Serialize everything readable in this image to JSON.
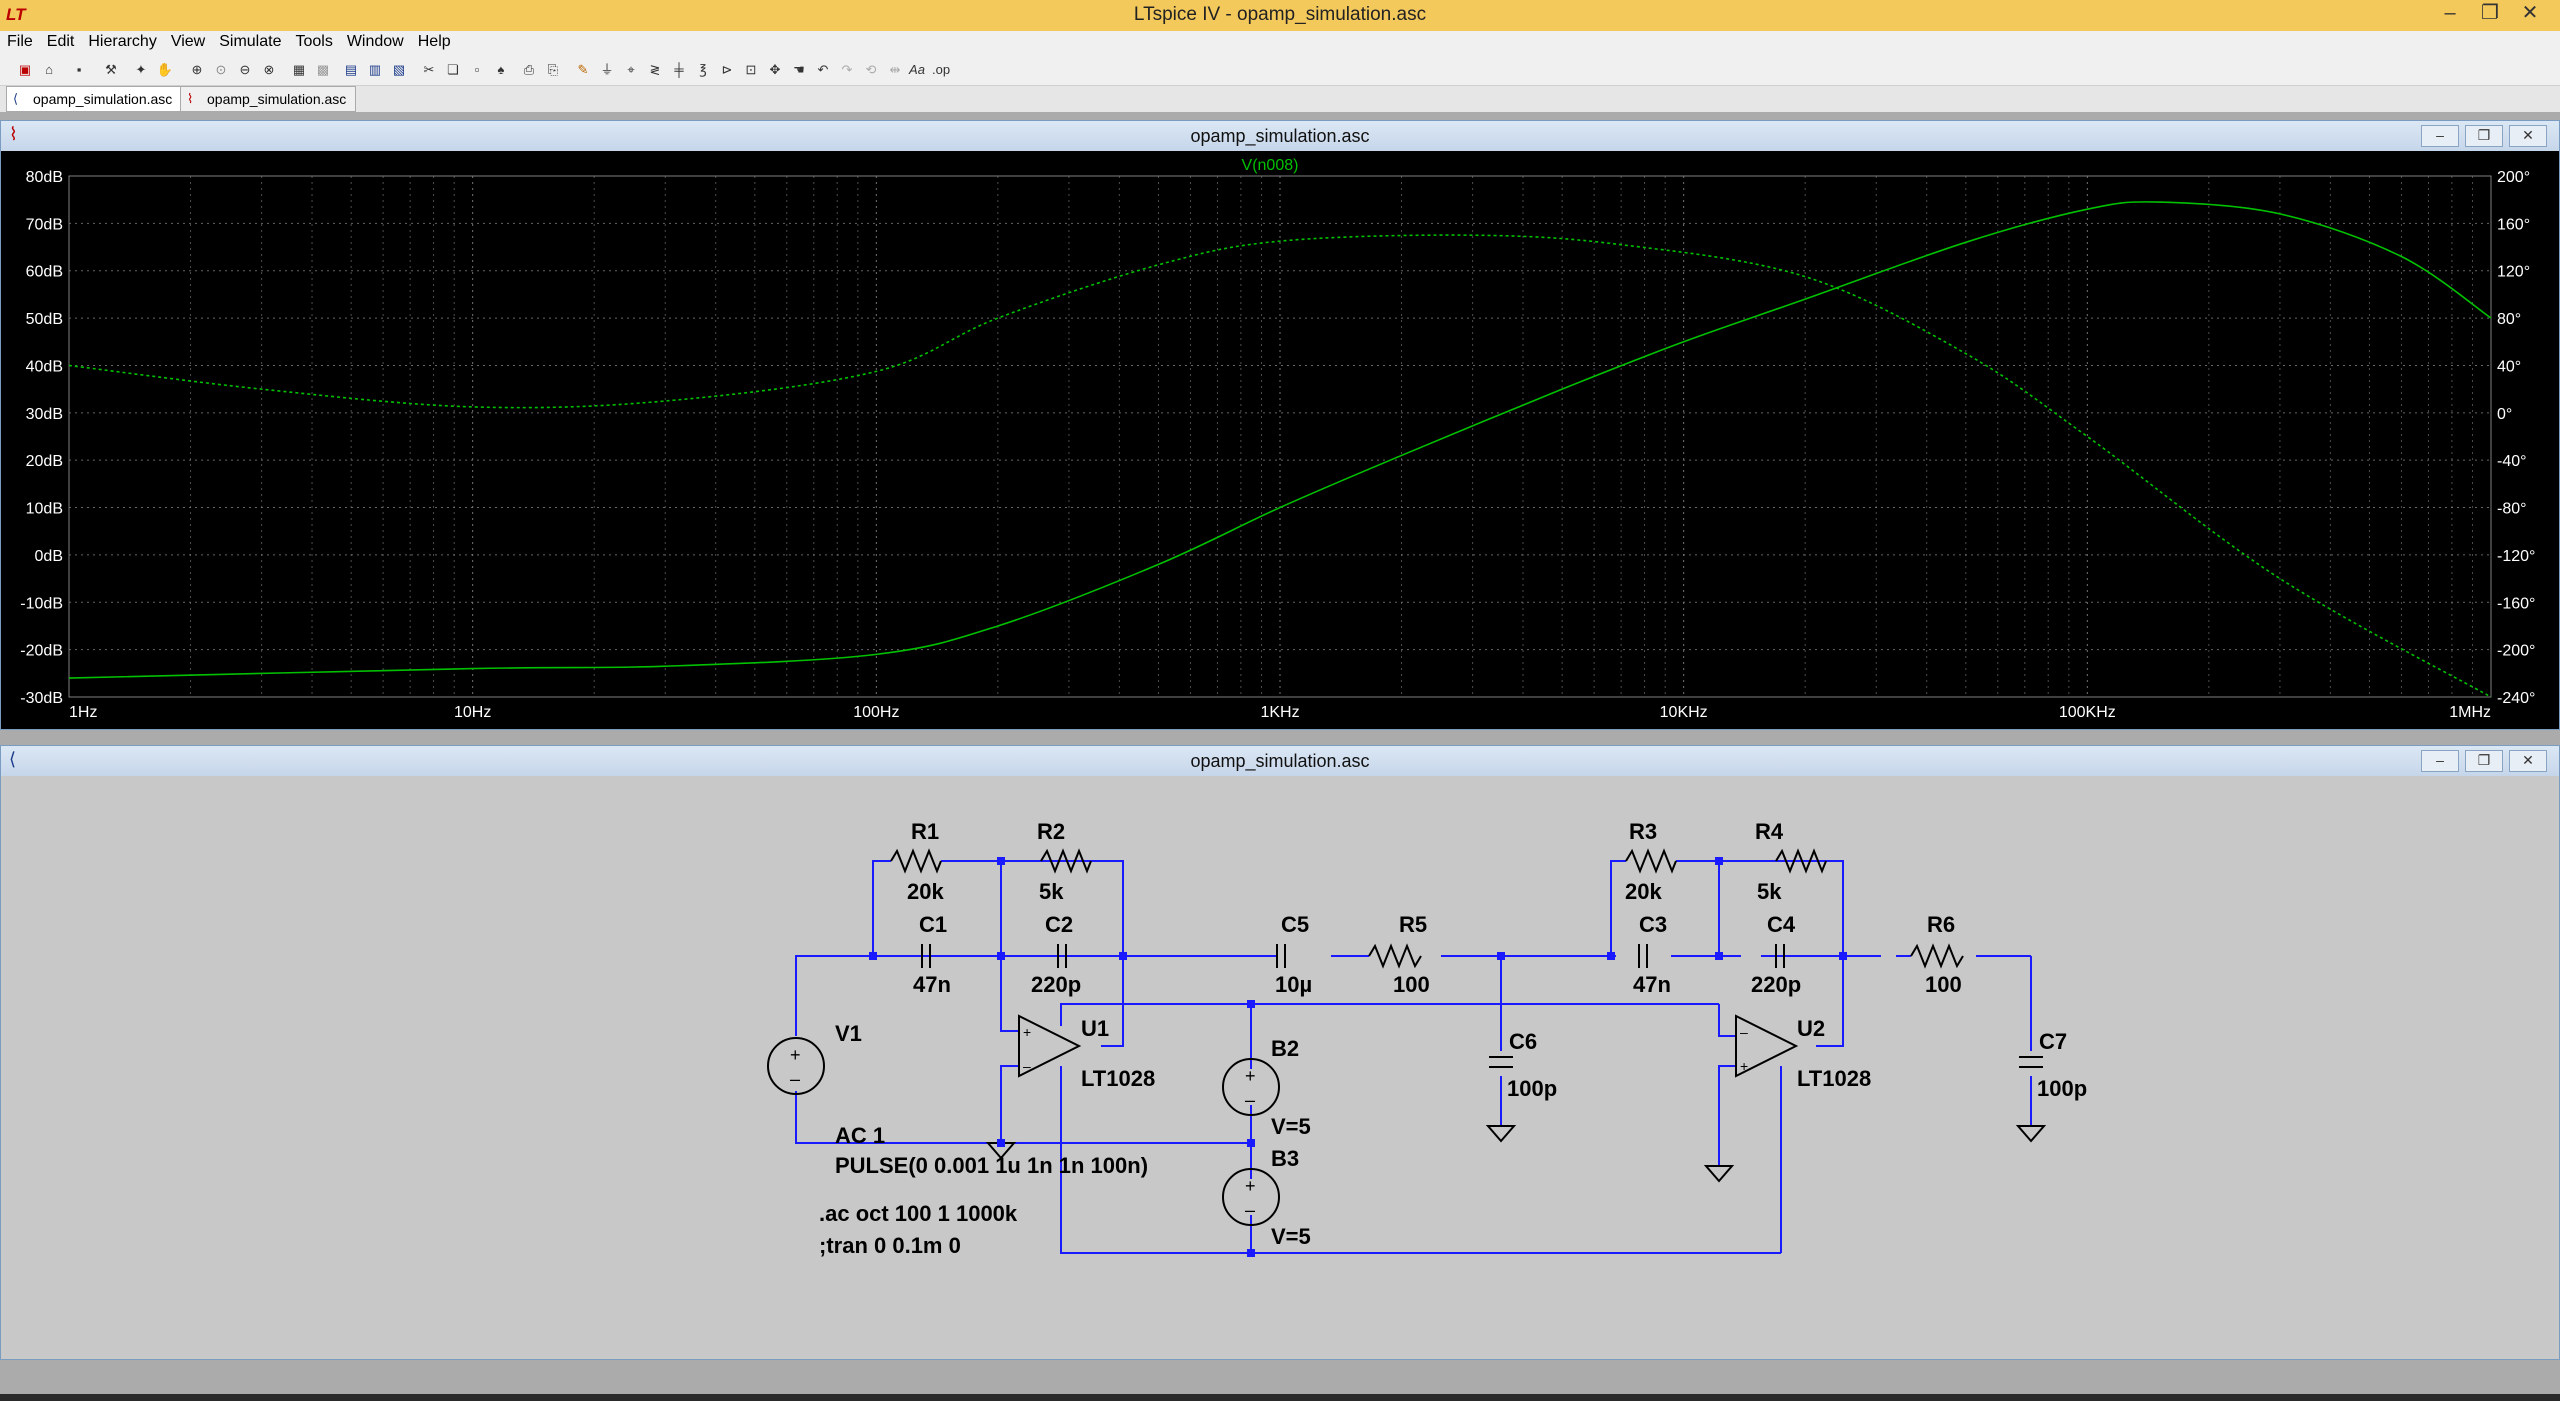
{
  "app": {
    "title": "LTspice IV - opamp_simulation.asc",
    "logo": "LT"
  },
  "window_controls": [
    "minimize-icon",
    "restore-icon",
    "close-icon"
  ],
  "menu": [
    "File",
    "Edit",
    "Hierarchy",
    "View",
    "Simulate",
    "Tools",
    "Window",
    "Help"
  ],
  "tabs": [
    {
      "label": "opamp_simulation.asc",
      "icon": "schematic-icon",
      "active": true
    },
    {
      "label": "opamp_simulation.asc",
      "icon": "waveform-icon",
      "active": false
    }
  ],
  "waveform_pane": {
    "title": "opamp_simulation.asc"
  },
  "schematic_pane": {
    "title": "opamp_simulation.asc"
  },
  "chart_data": {
    "type": "line",
    "trace_label": "V(n008)",
    "x_scale": "log",
    "xlim": [
      "1Hz",
      "1MHz"
    ],
    "x_ticks": [
      "1Hz",
      "10Hz",
      "100Hz",
      "1KHz",
      "10KHz",
      "100KHz",
      "1MHz"
    ],
    "ylim_left": [
      -30,
      80
    ],
    "y_ticks_left": [
      "80dB",
      "70dB",
      "60dB",
      "50dB",
      "40dB",
      "30dB",
      "20dB",
      "10dB",
      "0dB",
      "-10dB",
      "-20dB",
      "-30dB"
    ],
    "ylim_right": [
      -240,
      200
    ],
    "y_ticks_right": [
      "200°",
      "160°",
      "120°",
      "80°",
      "40°",
      "0°",
      "-40°",
      "-80°",
      "-120°",
      "-160°",
      "-200°",
      "-240°"
    ],
    "grid": true,
    "colors": {
      "background": "#000000",
      "trace": "#00c000",
      "grid": "#808080",
      "axis_text": "#ffffff"
    },
    "series": [
      {
        "kind": "magnitude",
        "axis": "left",
        "style": "solid",
        "x": [
          1,
          10,
          30,
          100,
          200,
          500,
          1000,
          2000,
          5000,
          10000,
          20000,
          50000,
          100000,
          150000,
          300000,
          600000,
          1000000
        ],
        "y": [
          -26,
          -24,
          -23.5,
          -21,
          -15,
          -2,
          10,
          21,
          35,
          45,
          54,
          66,
          73,
          74.5,
          72,
          63,
          50
        ]
      },
      {
        "kind": "phase",
        "axis": "right",
        "style": "dashed",
        "x": [
          1,
          3,
          10,
          30,
          100,
          200,
          500,
          1000,
          3000,
          7000,
          20000,
          50000,
          100000,
          300000,
          1000000
        ],
        "y": [
          40,
          20,
          5,
          10,
          35,
          80,
          125,
          145,
          150,
          142,
          115,
          50,
          -20,
          -140,
          -240
        ]
      }
    ]
  },
  "schematic": {
    "components": {
      "R1": {
        "name": "R1",
        "value": "20k"
      },
      "R2": {
        "name": "R2",
        "value": "5k"
      },
      "R3": {
        "name": "R3",
        "value": "20k"
      },
      "R4": {
        "name": "R4",
        "value": "5k"
      },
      "R5": {
        "name": "R5",
        "value": "100"
      },
      "R6": {
        "name": "R6",
        "value": "100"
      },
      "C1": {
        "name": "C1",
        "value": "47n"
      },
      "C2": {
        "name": "C2",
        "value": "220p"
      },
      "C3": {
        "name": "C3",
        "value": "47n"
      },
      "C4": {
        "name": "C4",
        "value": "220p"
      },
      "C5": {
        "name": "C5",
        "value": "10µ"
      },
      "C6": {
        "name": "C6",
        "value": "100p"
      },
      "C7": {
        "name": "C7",
        "value": "100p"
      },
      "U1": {
        "name": "U1",
        "value": "LT1028"
      },
      "U2": {
        "name": "U2",
        "value": "LT1028"
      },
      "V1": {
        "name": "V1",
        "value_line1": "AC 1",
        "value_line2": "PULSE(0 0.001 1u 1n 1n 100n)"
      },
      "B2": {
        "name": "B2",
        "value": "V=5"
      },
      "B3": {
        "name": "B3",
        "value": "V=5"
      }
    },
    "directives": [
      ".ac oct 100 1 1000k",
      ";tran 0 0.1m 0"
    ],
    "colors": {
      "wire": "#1a1aff",
      "component": "#000000",
      "background": "#c8c8c8"
    }
  }
}
